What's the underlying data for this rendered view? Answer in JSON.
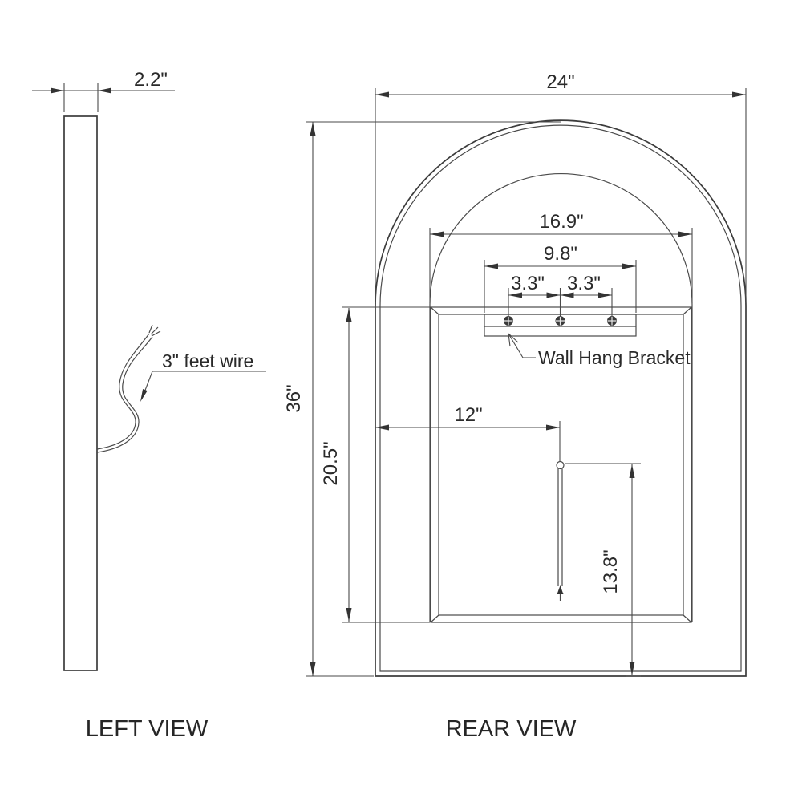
{
  "drawing": {
    "title": "Arched mirror technical drawing",
    "colors": {
      "line": "#3c3c3c",
      "dim_line": "#4a4a4a",
      "text": "#2a2a2a",
      "background": "#ffffff"
    },
    "left_view": {
      "label": "LEFT VIEW",
      "thickness": "2.2\"",
      "wire_label": "3\" feet wire"
    },
    "rear_view": {
      "label": "REAR VIEW",
      "overall_width": "24\"",
      "overall_height": "36\"",
      "opening_width": "16.9\"",
      "bracket_width": "9.8\"",
      "screw_spacing_left": "3.3\"",
      "screw_spacing_right": "3.3\"",
      "panel_height": "20.5\"",
      "wire_horizontal_offset": "12\"",
      "wire_to_bottom": "13.8\"",
      "bracket_label": "Wall Hang Bracket"
    }
  }
}
